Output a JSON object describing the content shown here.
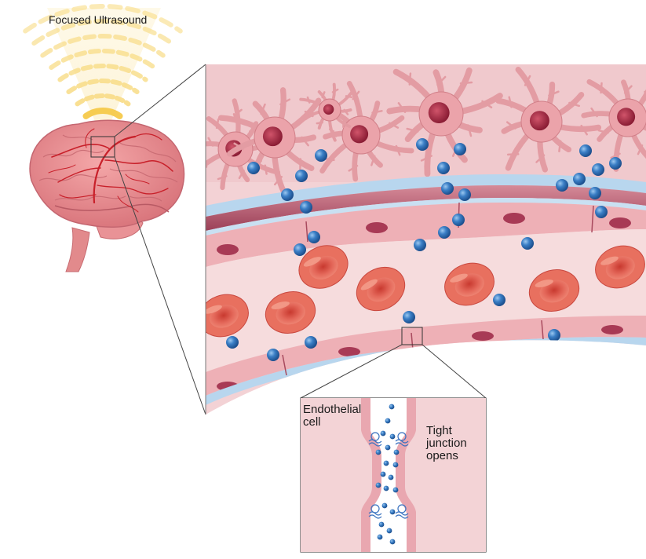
{
  "labels": {
    "focused_ultrasound": "Focused Ultrasound",
    "endothelial_cell": "Endothelial\ncell",
    "tight_junction": "Tight\njunction\nopens"
  },
  "colors": {
    "ultrasound_beam": "#f7d77a",
    "brain": "#e8868a",
    "brain_vessels": "#c8202a",
    "tissue": "#f3d4d6",
    "astrocyte": "#e89aa0",
    "vessel_wall": "#b95a6a",
    "membrane": "#b8d6ee",
    "endothelium": "#eeb0b6",
    "red_blood_cell": "#e0564a",
    "microbubble": "#2e6fb8"
  },
  "icons": [
    "ultrasound-beam-icon",
    "brain-icon",
    "astrocyte-icon",
    "red-blood-cell-icon",
    "microbubble-icon",
    "tight-junction-protein-icon"
  ]
}
